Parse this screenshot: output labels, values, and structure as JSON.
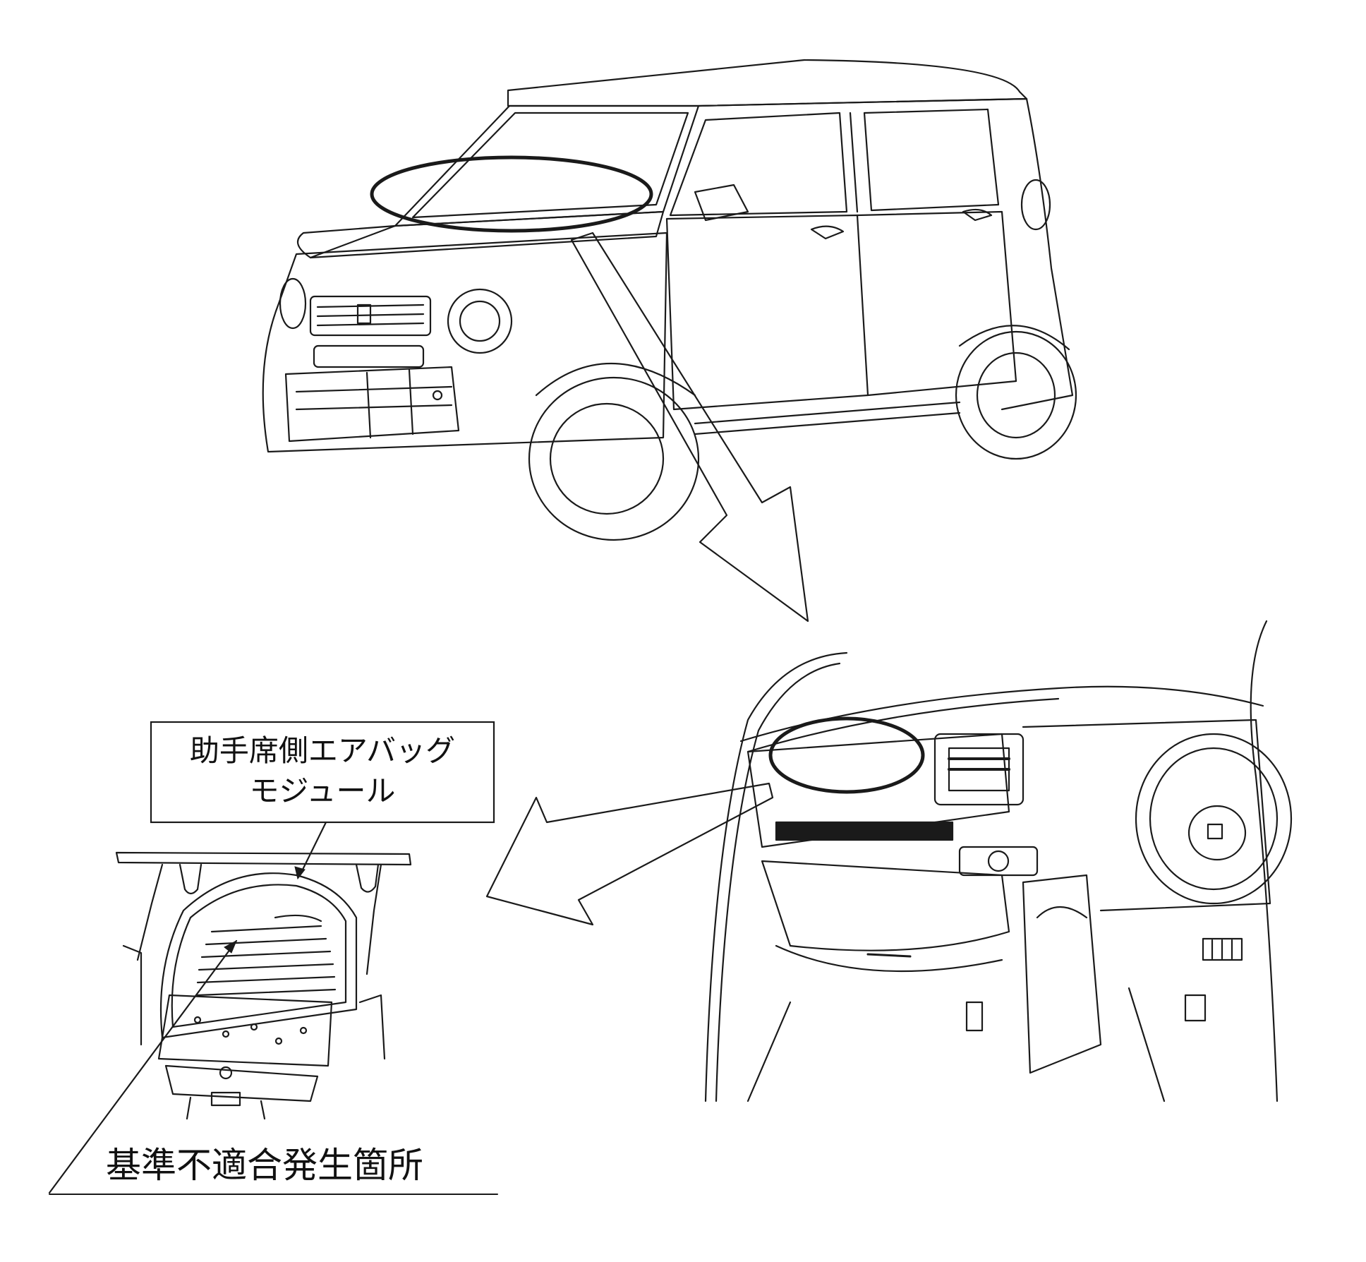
{
  "labels": {
    "airbag_module_line1": "助手席側エアバッグ",
    "airbag_module_line2": "モジュール",
    "defect_location": "基準不適合発生箇所"
  },
  "colors": {
    "line": "#1a1a1a",
    "background": "#ffffff"
  },
  "icons": {
    "car": "car-illustration",
    "dashboard": "dashboard-illustration",
    "module": "airbag-module-illustration"
  }
}
